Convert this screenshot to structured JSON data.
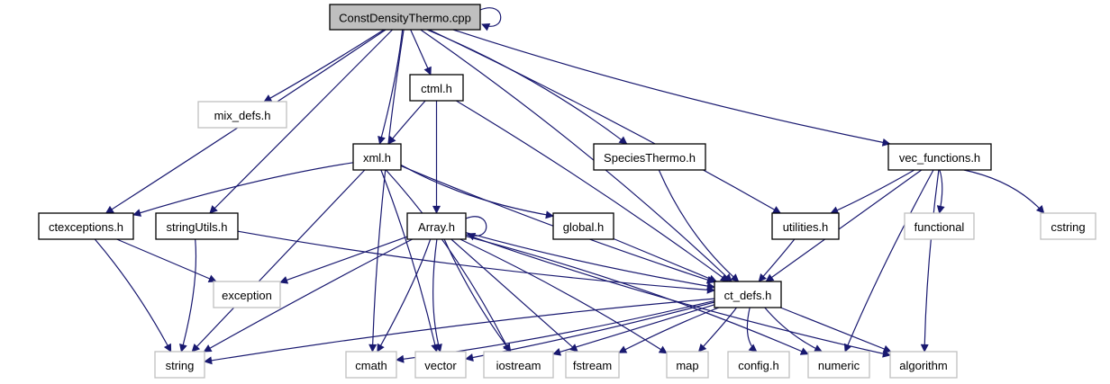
{
  "title": "ConstDensityThermo.cpp include dependency graph",
  "colors": {
    "edge": "#191970",
    "root_fill": "#bfbfbf",
    "documented_border": "#000000",
    "external_border": "#bfbfbf"
  },
  "nodes": [
    {
      "id": "root",
      "label": "ConstDensityThermo.cpp",
      "kind": "root"
    },
    {
      "id": "mix_defs",
      "label": "mix_defs.h",
      "kind": "external"
    },
    {
      "id": "ctml",
      "label": "ctml.h",
      "kind": "documented"
    },
    {
      "id": "xml",
      "label": "xml.h",
      "kind": "documented"
    },
    {
      "id": "speciesthermo",
      "label": "SpeciesThermo.h",
      "kind": "documented"
    },
    {
      "id": "vec_functions",
      "label": "vec_functions.h",
      "kind": "documented"
    },
    {
      "id": "ctexceptions",
      "label": "ctexceptions.h",
      "kind": "documented"
    },
    {
      "id": "stringutils",
      "label": "stringUtils.h",
      "kind": "documented"
    },
    {
      "id": "array",
      "label": "Array.h",
      "kind": "documented"
    },
    {
      "id": "global",
      "label": "global.h",
      "kind": "documented"
    },
    {
      "id": "utilities",
      "label": "utilities.h",
      "kind": "documented"
    },
    {
      "id": "functional",
      "label": "functional",
      "kind": "external"
    },
    {
      "id": "cstring",
      "label": "cstring",
      "kind": "external"
    },
    {
      "id": "exception",
      "label": "exception",
      "kind": "external"
    },
    {
      "id": "ct_defs",
      "label": "ct_defs.h",
      "kind": "documented"
    },
    {
      "id": "string",
      "label": "string",
      "kind": "external"
    },
    {
      "id": "cmath",
      "label": "cmath",
      "kind": "external"
    },
    {
      "id": "vector",
      "label": "vector",
      "kind": "external"
    },
    {
      "id": "iostream",
      "label": "iostream",
      "kind": "external"
    },
    {
      "id": "fstream",
      "label": "fstream",
      "kind": "external"
    },
    {
      "id": "map",
      "label": "map",
      "kind": "external"
    },
    {
      "id": "config",
      "label": "config.h",
      "kind": "external"
    },
    {
      "id": "numeric",
      "label": "numeric",
      "kind": "external"
    },
    {
      "id": "algorithm",
      "label": "algorithm",
      "kind": "external"
    }
  ],
  "edges": [
    [
      "root",
      "root"
    ],
    [
      "root",
      "mix_defs"
    ],
    [
      "root",
      "ctml"
    ],
    [
      "root",
      "xml"
    ],
    [
      "root",
      "speciesthermo"
    ],
    [
      "root",
      "vec_functions"
    ],
    [
      "root",
      "ctexceptions"
    ],
    [
      "root",
      "stringutils"
    ],
    [
      "root",
      "utilities"
    ],
    [
      "root",
      "ct_defs"
    ],
    [
      "root",
      "cmath"
    ],
    [
      "ctml",
      "xml"
    ],
    [
      "ctml",
      "array"
    ],
    [
      "ctml",
      "ct_defs"
    ],
    [
      "xml",
      "ctexceptions"
    ],
    [
      "xml",
      "global"
    ],
    [
      "xml",
      "ct_defs"
    ],
    [
      "xml",
      "string"
    ],
    [
      "xml",
      "vector"
    ],
    [
      "xml",
      "iostream"
    ],
    [
      "speciesthermo",
      "ct_defs"
    ],
    [
      "vec_functions",
      "utilities"
    ],
    [
      "vec_functions",
      "ct_defs"
    ],
    [
      "vec_functions",
      "functional"
    ],
    [
      "vec_functions",
      "cstring"
    ],
    [
      "vec_functions",
      "numeric"
    ],
    [
      "vec_functions",
      "algorithm"
    ],
    [
      "ctexceptions",
      "exception"
    ],
    [
      "ctexceptions",
      "string"
    ],
    [
      "stringutils",
      "string"
    ],
    [
      "stringutils",
      "ct_defs"
    ],
    [
      "array",
      "array"
    ],
    [
      "array",
      "exception"
    ],
    [
      "array",
      "string"
    ],
    [
      "array",
      "cmath"
    ],
    [
      "array",
      "vector"
    ],
    [
      "array",
      "iostream"
    ],
    [
      "array",
      "fstream"
    ],
    [
      "array",
      "map"
    ],
    [
      "array",
      "numeric"
    ],
    [
      "array",
      "algorithm"
    ],
    [
      "array",
      "ct_defs"
    ],
    [
      "global",
      "ct_defs"
    ],
    [
      "utilities",
      "ct_defs"
    ],
    [
      "ct_defs",
      "string"
    ],
    [
      "ct_defs",
      "cmath"
    ],
    [
      "ct_defs",
      "vector"
    ],
    [
      "ct_defs",
      "iostream"
    ],
    [
      "ct_defs",
      "fstream"
    ],
    [
      "ct_defs",
      "map"
    ],
    [
      "ct_defs",
      "config"
    ],
    [
      "ct_defs",
      "numeric"
    ],
    [
      "ct_defs",
      "algorithm"
    ]
  ]
}
